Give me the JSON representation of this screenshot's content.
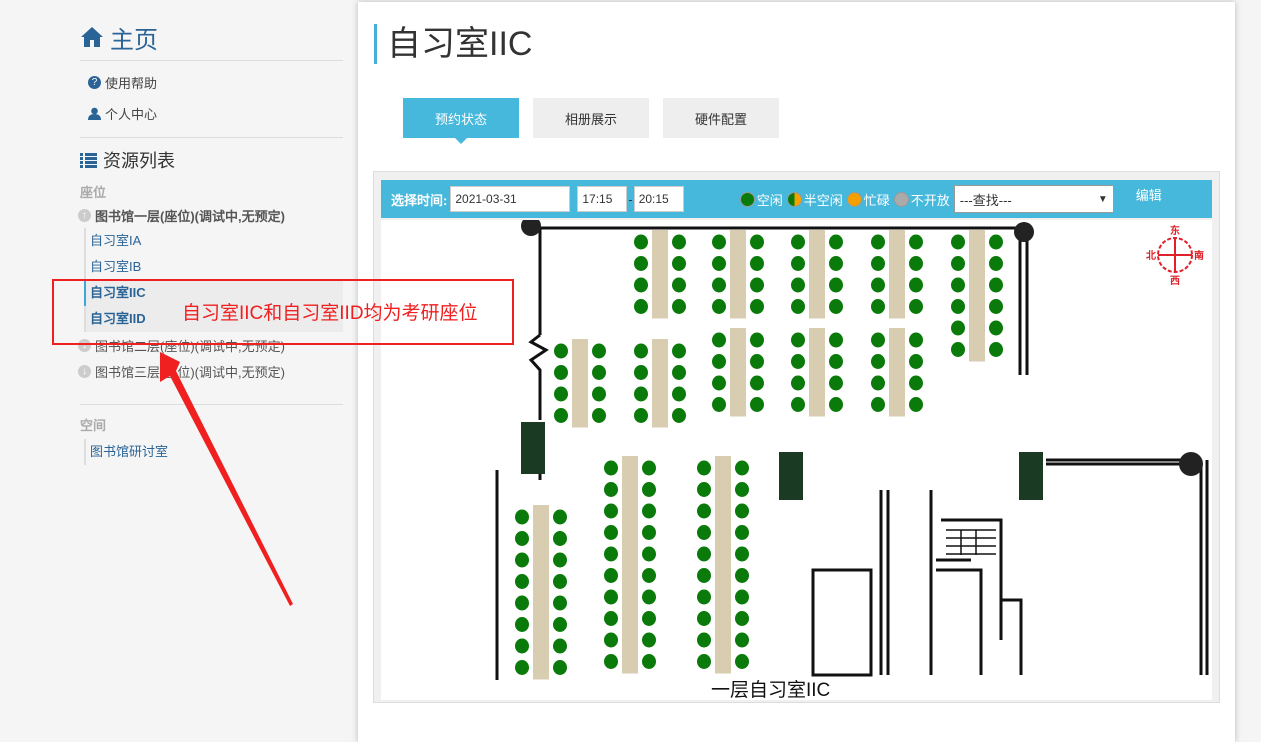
{
  "sidebar": {
    "home": "主页",
    "links": [
      "使用帮助",
      "个人中心"
    ],
    "resource_title": "资源列表",
    "seat_category": "座位",
    "floor1": "图书馆一层(座位)(调试中,无预定)",
    "floor1_rooms": [
      "自习室IA",
      "自习室IB",
      "自习室IIC",
      "自习室IID"
    ],
    "floor2": "图书馆二层(座位)(调试中,无预定)",
    "floor3": "图书馆三层(座位)(调试中,无预定)",
    "space_category": "空间",
    "space_items": [
      "图书馆研讨室"
    ]
  },
  "main": {
    "title": "自习室IIC",
    "tabs": [
      "预约状态",
      "相册展示",
      "硬件配置"
    ],
    "toolbar": {
      "time_label": "选择时间:",
      "date": "2021-03-31",
      "start": "17:15",
      "sep": "-",
      "end": "20:15",
      "legend": [
        {
          "label": "空闲",
          "color": "#0a7a0a"
        },
        {
          "label": "半空闲",
          "color": "half"
        },
        {
          "label": "忙碌",
          "color": "#f5a000"
        },
        {
          "label": "不开放",
          "color": "#aaaaaa"
        }
      ],
      "search": "---查找---",
      "edit": "编辑"
    },
    "map_label": "一层自习室IIC",
    "compass": {
      "n": "东",
      "e": "南",
      "s": "西",
      "w": "北"
    }
  },
  "annotation": "自习室IIC和自习室IID均为考研座位"
}
